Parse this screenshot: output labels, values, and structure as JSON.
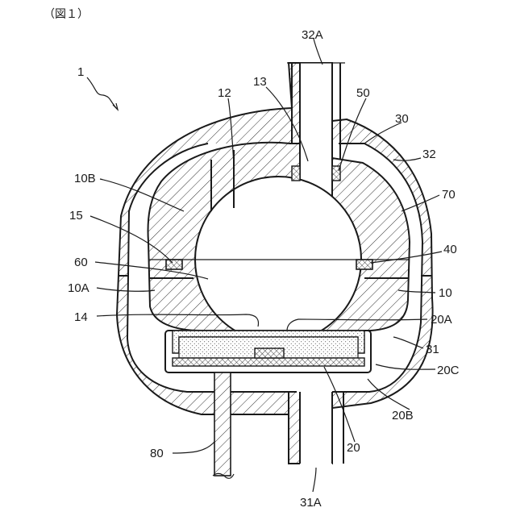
{
  "figure": {
    "caption": "（図１）",
    "labels": {
      "l1": "1",
      "l32A": "32A",
      "l13": "13",
      "l50": "50",
      "l12": "12",
      "l30": "30",
      "l32": "32",
      "l10B": "10B",
      "l70": "70",
      "l15": "15",
      "l40": "40",
      "l60": "60",
      "l10A": "10A",
      "l10": "10",
      "l14": "14",
      "l20A": "20A",
      "l31": "31",
      "l20C": "20C",
      "l20B": "20B",
      "l80": "80",
      "l20": "20",
      "l31A": "31A"
    }
  }
}
